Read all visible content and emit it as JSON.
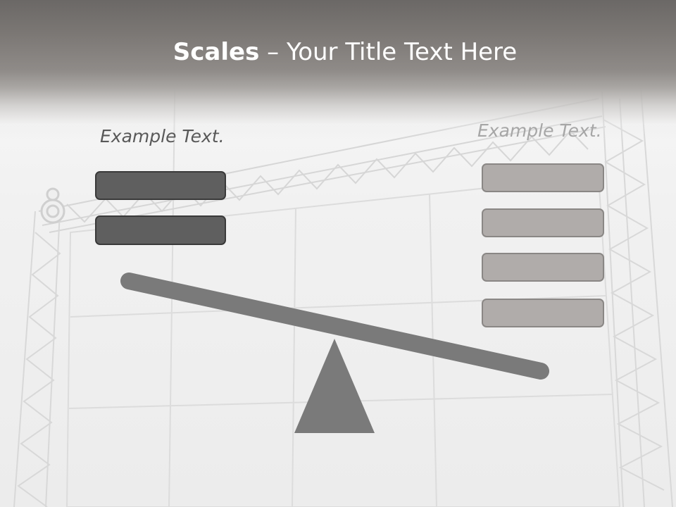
{
  "title": {
    "bold": "Scales",
    "rest": " – Your Title Text Here"
  },
  "left_panel": {
    "label": "Example Text."
  },
  "right_panel": {
    "label": "Example Text."
  },
  "colors": {
    "title_bar": "#7c7875",
    "dark_box": "#5f5f5f",
    "light_box": "#b0acaa",
    "beam": "#7a7a7a",
    "fulcrum": "#7a7a7a"
  }
}
